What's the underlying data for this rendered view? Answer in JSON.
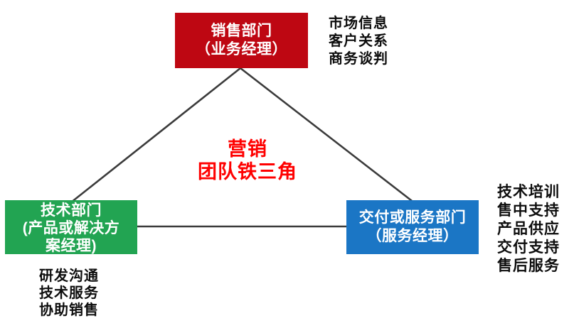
{
  "title": {
    "line1": "营销",
    "line2": "团队铁三角",
    "color": "#FF0000"
  },
  "nodes": {
    "sales": {
      "line1": "销售部门",
      "line2": "（业务经理）",
      "color": "#BE0712"
    },
    "tech": {
      "line1": "技术部门",
      "line2": "(产品或解决方",
      "line3": "案经理)",
      "color": "#22A452"
    },
    "delivery": {
      "line1": "交付或服务部门",
      "line2": "（服务经理）",
      "color": "#1B76C5"
    }
  },
  "annotations": {
    "sales": [
      "市场信息",
      "客户关系",
      "商务谈判"
    ],
    "tech": [
      "研发沟通",
      "技术服务",
      "协助销售"
    ],
    "delivery": [
      "技术培训",
      "售中支持",
      "产品供应",
      "交付支持",
      "售后服务"
    ]
  },
  "edge_color": "#3B3B3B"
}
